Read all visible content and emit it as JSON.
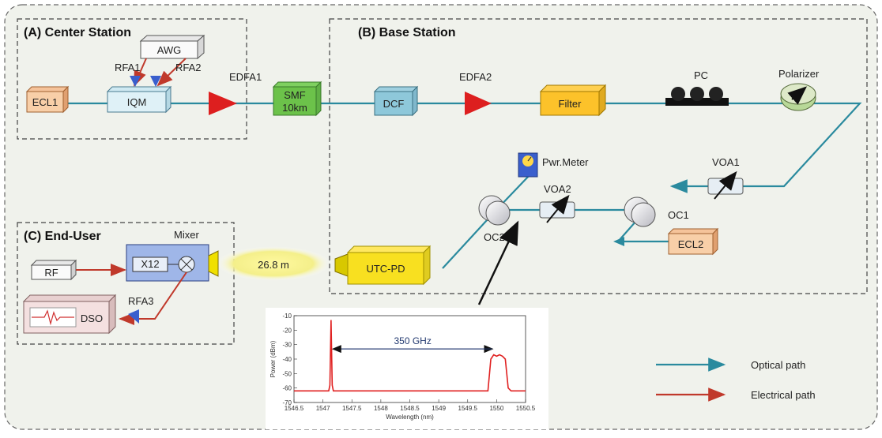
{
  "sections": {
    "center": "(A) Center Station",
    "base": "(B) Base Station",
    "end": "(C) End-User"
  },
  "components": {
    "awg": "AWG",
    "rfa1": "RFA1",
    "rfa2": "RFA2",
    "ecl1": "ECL1",
    "iqm": "IQM",
    "edfa1": "EDFA1",
    "smf_line1": "SMF",
    "smf_line2": "10km",
    "dcf": "DCF",
    "edfa2": "EDFA2",
    "filter": "Filter",
    "pc": "PC",
    "polarizer": "Polarizer",
    "pwr_meter": "Pwr.Meter",
    "voa1": "VOA1",
    "voa2": "VOA2",
    "oc1": "OC1",
    "oc2": "OC2",
    "ecl2": "ECL2",
    "utc_pd": "UTC-PD",
    "mixer": "Mixer",
    "x12": "X12",
    "rf": "RF",
    "rfa3": "RFA3",
    "dso": "DSO",
    "distance": "26.8 m"
  },
  "legend": {
    "optical": "Optical path",
    "electrical": "Electrical path"
  },
  "colors": {
    "optical": "#2a8a9e",
    "electrical": "#c0392b",
    "spectrum": "#e02020"
  },
  "chart_data": {
    "type": "line",
    "xlabel": "Wavelength (nm)",
    "ylabel": "Power (dBm)",
    "xlim": [
      1546.5,
      1550.5
    ],
    "ylim": [
      -70,
      -10
    ],
    "xticks": [
      "1546.5",
      "1547",
      "1547.5",
      "1548",
      "1548.5",
      "1549",
      "1549.5",
      "1550",
      "1550.5"
    ],
    "yticks": [
      "-10",
      "-20",
      "-30",
      "-40",
      "-50",
      "-60",
      "-70"
    ],
    "annotation": "350 GHz",
    "series": [
      {
        "x": [
          1546.5,
          1546.8,
          1547.1,
          1547.12,
          1547.14,
          1547.16,
          1547.18,
          1547.5,
          1548.0,
          1548.5,
          1549.0,
          1549.5,
          1549.85,
          1549.9,
          1549.95,
          1550.0,
          1550.05,
          1550.1,
          1550.15,
          1550.2,
          1550.25,
          1550.5
        ],
        "y": [
          -62,
          -62,
          -62,
          -58,
          -13,
          -58,
          -62,
          -62,
          -62,
          -62,
          -62,
          -62,
          -62,
          -40,
          -37,
          -38,
          -37,
          -38,
          -40,
          -60,
          -62,
          -62
        ]
      }
    ]
  }
}
